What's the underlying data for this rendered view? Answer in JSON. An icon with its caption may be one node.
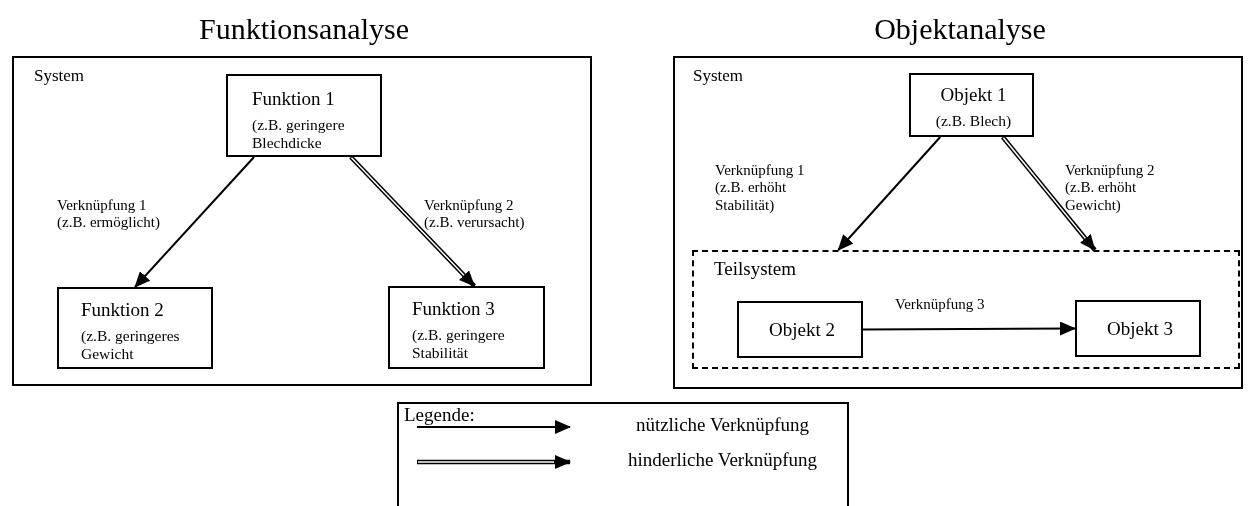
{
  "diagram": {
    "nodes": [
      {
        "text": [
          "Funktionsanalyse",
          "System"
        ]
      },
      {
        "text": [
          "Funktion 1",
          "(z.B. geringere Blechdicke"
        ],
        "in": 0
      },
      {
        "text": [
          "Funktion 2",
          "(z.B. geringeres Gewicht"
        ],
        "in": 0
      },
      {
        "text": [
          "Funktion 3",
          "(z.B. geringere Stabilität"
        ],
        "in": 0
      },
      {
        "text": [
          "Objektanalyse",
          "System"
        ]
      },
      {
        "text": [
          "Objekt 1",
          "(z.B. Blech)"
        ],
        "in": 4
      },
      {
        "text": [
          "Teilsystem"
        ],
        "in": 4
      },
      {
        "text": [
          "Objekt 2"
        ],
        "in": 6
      },
      {
        "text": [
          "Objekt 3"
        ],
        "in": 6
      }
    ],
    "edges": [
      {
        "from": 1,
        "to": 2,
        "arrow": "to",
        "label": "Verknüpfung 1 (z.B. ermöglicht)"
      },
      {
        "from": 1,
        "to": 3,
        "arrow": "to",
        "style": "thick",
        "label": "Verknüpfung 2 (z.B. verursacht)"
      },
      {
        "from": 5,
        "to": 6,
        "arrow": "to",
        "label": "Verknüpfung 1 (z.B. erhöht Stabilität)"
      },
      {
        "from": 5,
        "to": 6,
        "arrow": "to",
        "style": "thick",
        "label": "Verknüpfung 2 (z.B. erhöht Gewicht)"
      },
      {
        "from": 7,
        "to": 8,
        "arrow": "to",
        "label": "Verknüpfung 3"
      }
    ],
    "labels": [
      "Legende:"
    ],
    "legend": [
      {
        "text": "nützliche Verknüpfung"
      },
      {
        "text": "hinderliche Verknüpfung"
      }
    ]
  }
}
